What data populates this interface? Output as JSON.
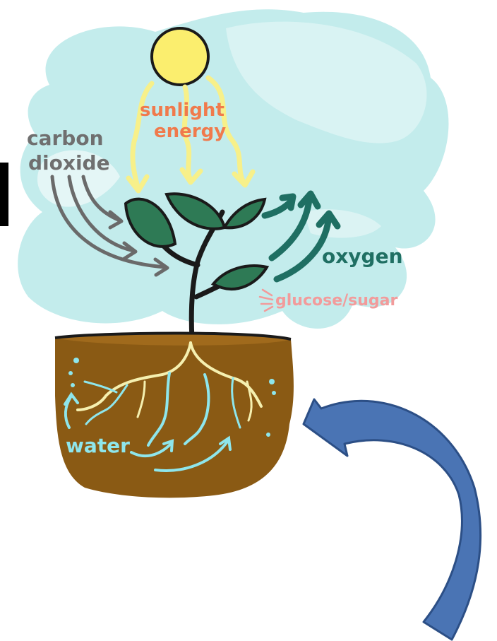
{
  "labels": {
    "sunlight_line1": "sunlight",
    "sunlight_line2": "energy",
    "carbon_line1": "carbon",
    "carbon_line2": "dioxide",
    "oxygen": "oxygen",
    "glucose": "glucose/sugar",
    "water": "water"
  },
  "colors": {
    "sky_blob": "#bfe9e9",
    "sun": "#fbee6e",
    "sunlight_text": "#f07a4c",
    "sun_rays": "#fbf28a",
    "carbon_text": "#6f6f6f",
    "carbon_arrows": "#6a6a6a",
    "oxygen": "#1f6f63",
    "glucose": "#f29b9b",
    "water": "#8ee6ec",
    "soil": "#8a5a14",
    "roots": "#f5f0b0",
    "leaf": "#2e7a55",
    "big_arrow": "#4a74b4"
  }
}
